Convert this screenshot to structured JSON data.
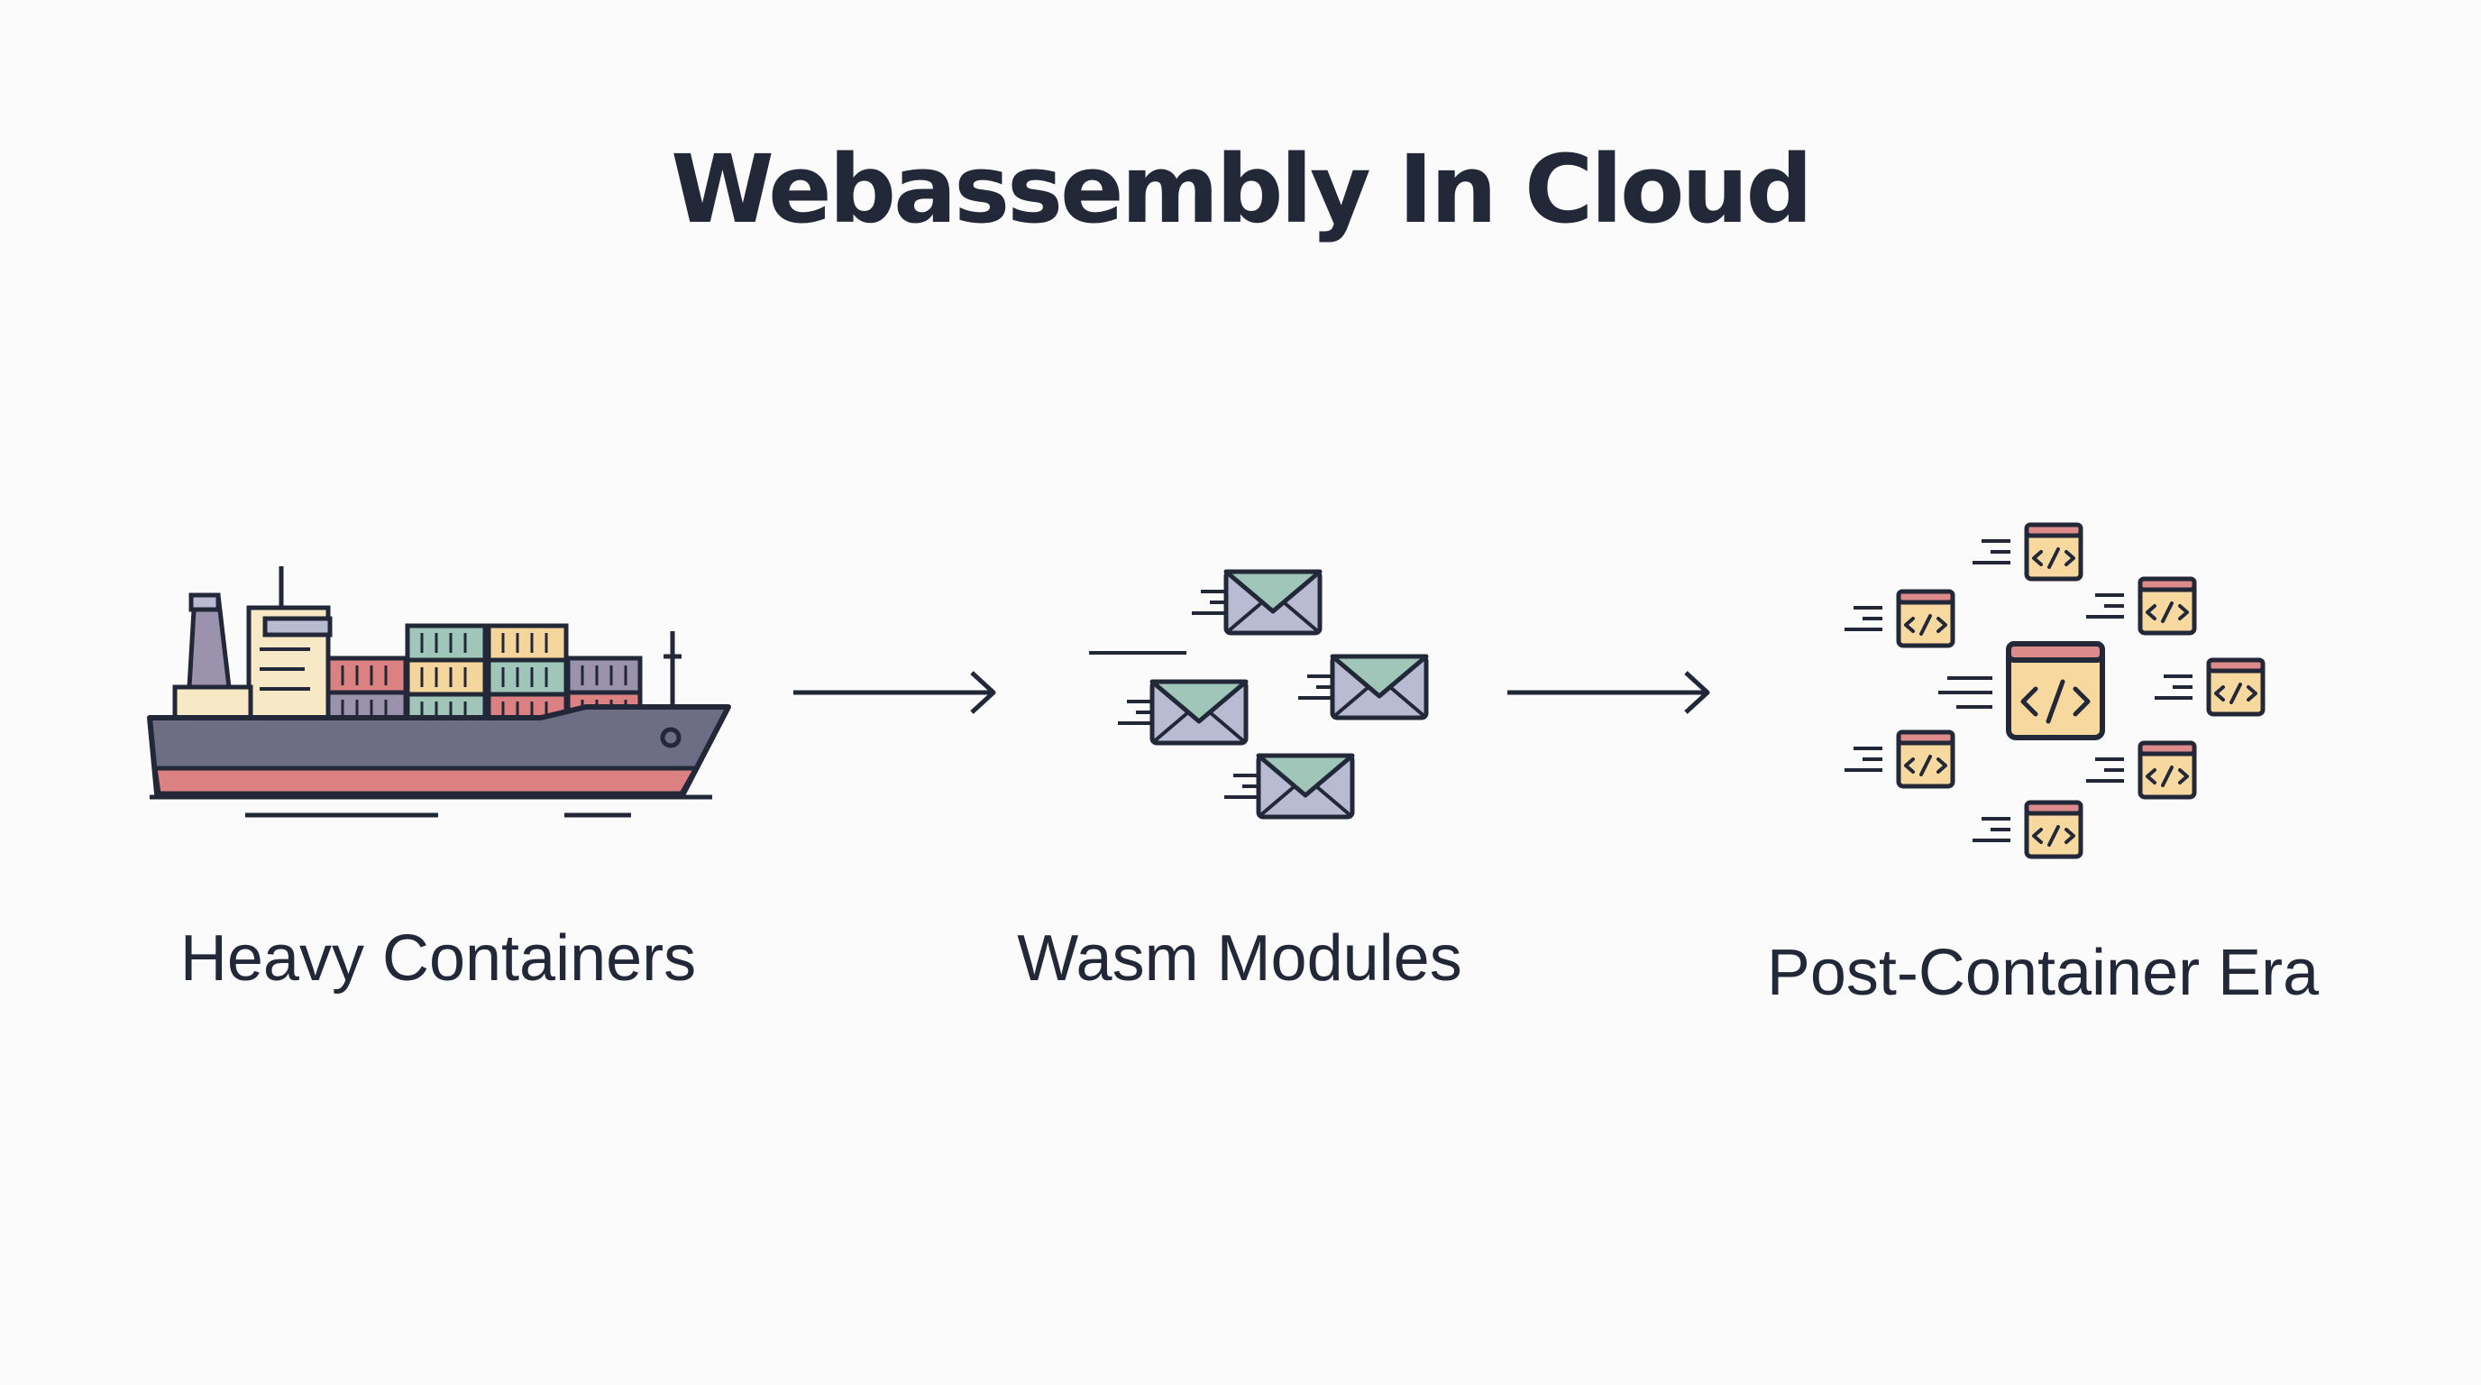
{
  "title": "Webassembly In Cloud",
  "stages": [
    {
      "label": "Heavy Containers",
      "icon": "cargo-ship-icon"
    },
    {
      "label": "Wasm Modules",
      "icon": "envelope-modules-icon"
    },
    {
      "label": "Post-Container Era",
      "icon": "code-window-cluster-icon"
    }
  ],
  "colors": {
    "ink": "#222838",
    "hull": "#6d6e86",
    "hull_stripe": "#dc8181",
    "cream": "#f7e8c6",
    "red_container": "#dc8181",
    "teal_container": "#9fc6b8",
    "amber_container": "#f4d59c",
    "lavender_envelope": "#b9bbd3",
    "code_window": "#f7d9a0",
    "code_window_bar": "#dd8a8a"
  }
}
